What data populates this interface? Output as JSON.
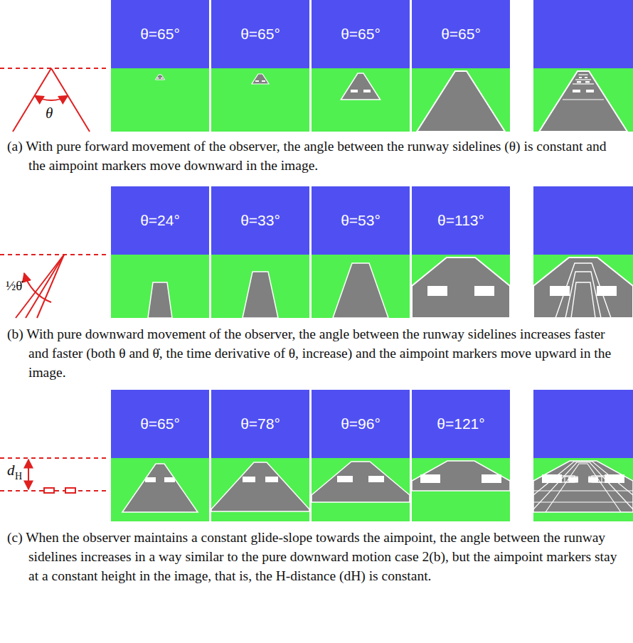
{
  "diagram": {
    "nodes": [
      {
        "text": [
          "θ=65°"
        ]
      },
      {
        "text": [
          "θ=65°"
        ]
      },
      {
        "text": [
          "θ=65°"
        ]
      },
      {
        "text": [
          "θ=65°"
        ]
      },
      {
        "text": [
          "θ=24°"
        ]
      },
      {
        "text": [
          "θ=33°"
        ]
      },
      {
        "text": [
          "θ=53°"
        ]
      },
      {
        "text": [
          "θ=113°"
        ]
      },
      {
        "text": [
          "θ=65°"
        ]
      },
      {
        "text": [
          "θ=78°"
        ]
      },
      {
        "text": [
          "θ=96°"
        ]
      },
      {
        "text": [
          "θ=121°"
        ]
      }
    ],
    "labels": [
      "θ",
      "½θ̇",
      "d",
      "H",
      "(a) With pure forward movement of the observer, the angle between the runway sidelines (θ) is constant and the aimpoint markers move downward in the image.",
      "(b) With pure downward movement of the observer, the angle between the runway sidelines increases faster and faster (both θ and θ̇, the time derivative of θ, increase) and the aimpoint markers move upward in the image.",
      "(c) When the observer maintains a constant glide-slope towards the aimpoint, the angle between the runway sidelines increases in a way similar to the pure downward motion case 2(b), but the aimpoint markers stay at a constant height in the image, that is, the H-distance (dH) is constant."
    ]
  }
}
